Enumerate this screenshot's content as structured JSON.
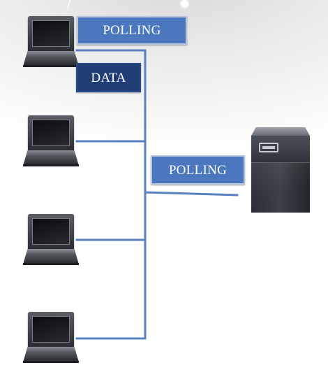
{
  "diagram": {
    "labels": {
      "polling_top": "POLLING",
      "data": "DATA",
      "polling_server": "POLLING"
    },
    "nodes": {
      "laptops": [
        "laptop",
        "laptop",
        "laptop",
        "laptop"
      ],
      "server": "server"
    },
    "colors": {
      "wire": "#5b80c1",
      "label_box": "#4a77bd",
      "label_box_dark": "#213f75",
      "label_border": "#b8c7de",
      "label_text": "#ffffff"
    },
    "icons": [
      "laptop-icon",
      "server-icon"
    ]
  }
}
